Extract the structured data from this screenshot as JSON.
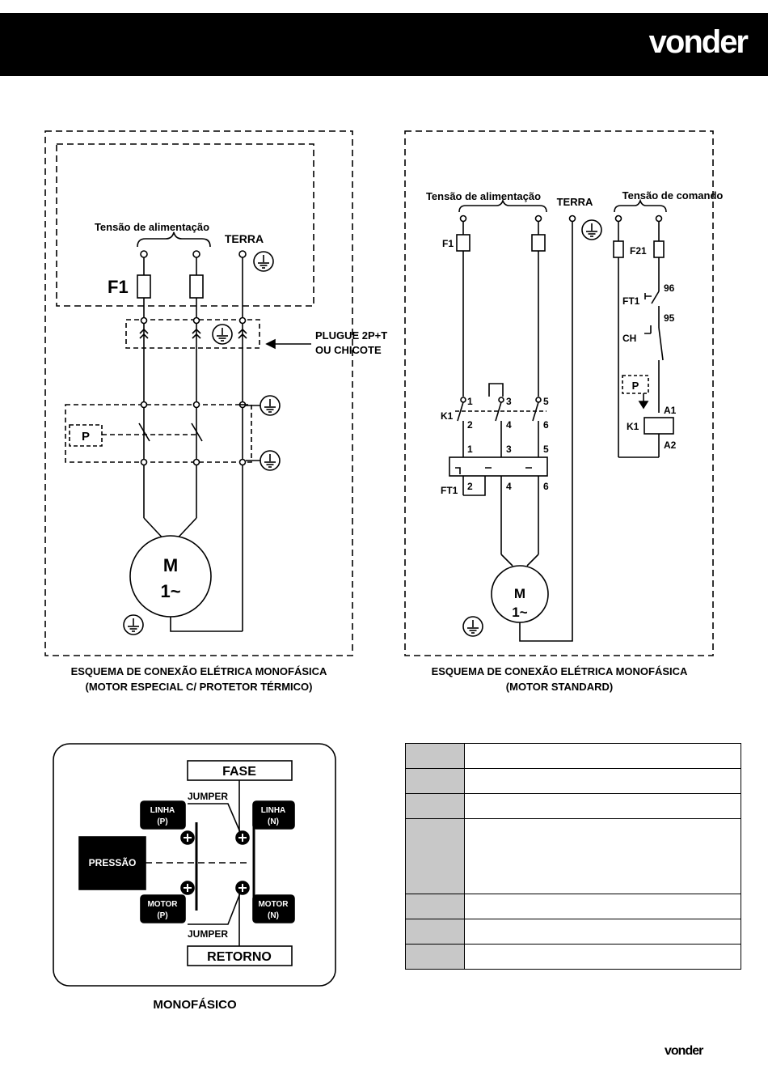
{
  "brand": "vonder",
  "diagram_left": {
    "supply_label": "Tensão de alimentação",
    "earth_label": "TERRA",
    "fuse_label": "F1",
    "plug_label_1": "PLUGUE 2P+T",
    "plug_label_2": "OU CHICOTE",
    "pressure_label": "P",
    "motor_label": "M",
    "motor_phase": "1~",
    "caption_1": "ESQUEMA DE CONEXÃO ELÉTRICA MONOFÁSICA",
    "caption_2": "(MOTOR ESPECIAL C/ PROTETOR TÉRMICO)"
  },
  "diagram_right": {
    "supply_label": "Tensão de alimentação",
    "earth_label": "TERRA",
    "command_label": "Tensão de comando",
    "fuse_label": "F1",
    "fuse2_label": "F21",
    "contactor_label": "K1",
    "overload_label": "FT1",
    "switch_label": "CH",
    "pressure_label": "P",
    "coil_label": "K1",
    "a1": "A1",
    "a2": "A2",
    "t96": "96",
    "t95": "95",
    "terminals_top": [
      "1",
      "3",
      "5"
    ],
    "terminals_k1_bottom": [
      "2",
      "4",
      "6"
    ],
    "terminals_ft_top": [
      "1",
      "3",
      "5"
    ],
    "terminals_ft_bottom": [
      "2",
      "4",
      "6"
    ],
    "motor_label": "M",
    "motor_phase": "1~",
    "caption_1": "ESQUEMA DE CONEXÃO ELÉTRICA MONOFÁSICA",
    "caption_2": "(MOTOR STANDARD)"
  },
  "wiring": {
    "fase": "FASE",
    "retorno": "RETORNO",
    "jumper_top": "JUMPER",
    "jumper_bottom": "JUMPER",
    "linha_p_1": "LINHA",
    "linha_p_2": "(P)",
    "linha_n_1": "LINHA",
    "linha_n_2": "(N)",
    "motor_p_1": "MOTOR",
    "motor_p_2": "(P)",
    "motor_n_1": "MOTOR",
    "motor_n_2": "(N)",
    "pressao": "PRESSÃO",
    "caption": "MONOFÁSICO"
  },
  "legend_rows": 7,
  "colors": {
    "header": "#000000",
    "legend_key": "#c8c8c8"
  }
}
